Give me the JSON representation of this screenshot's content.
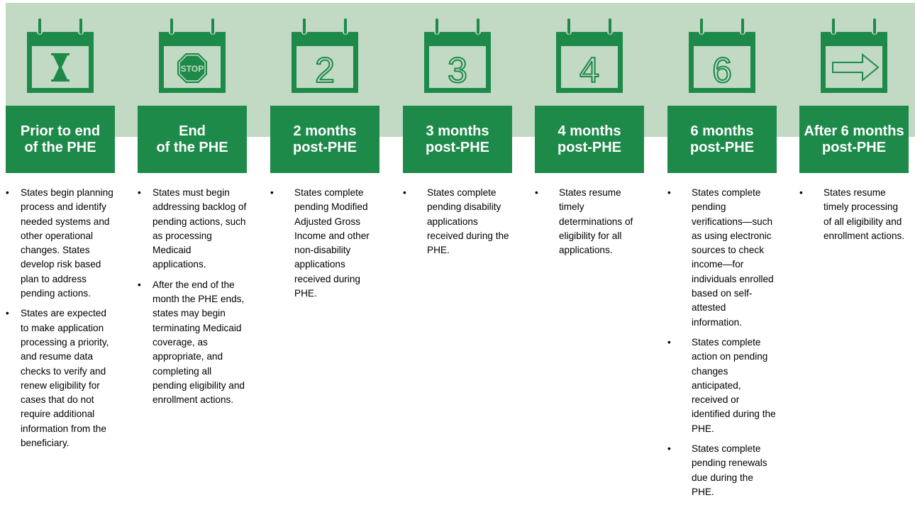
{
  "colors": {
    "band": "#c2dac4",
    "green": "#1e8a4a",
    "text": "#000000"
  },
  "columns": [
    {
      "icon": "hourglass-calendar-icon",
      "header": [
        "Prior to end",
        "of the PHE"
      ],
      "bullets": [
        "States begin planning process and identify needed systems and other operational changes. States develop risk based plan to address pending actions.",
        "States are expected to make application processing a priority, and resume data checks to verify and renew eligibility for cases that do not require additional information from the beneficiary."
      ]
    },
    {
      "icon": "stop-sign-calendar-icon",
      "icon_text": "STOP",
      "header": [
        "End",
        "of the PHE"
      ],
      "bullets": [
        "States must begin addressing backlog of pending actions, such as processing Medicaid applications.",
        "After the end of the month the PHE ends, states may begin terminating Medicaid coverage, as appropriate, and completing all pending eligibility and enrollment actions."
      ]
    },
    {
      "icon": "number-2-calendar-icon",
      "icon_text": "2",
      "header": [
        "2 months",
        "post-PHE"
      ],
      "bullets": [
        "States complete pending Modified Adjusted Gross Income and other non-disability applications received during PHE."
      ]
    },
    {
      "icon": "number-3-calendar-icon",
      "icon_text": "3",
      "header": [
        "3 months",
        "post-PHE"
      ],
      "bullets": [
        "States complete pending disability applications received during the PHE."
      ]
    },
    {
      "icon": "number-4-calendar-icon",
      "icon_text": "4",
      "header": [
        "4 months",
        "post-PHE"
      ],
      "bullets": [
        "States resume timely determinations of eligibility for all applications."
      ]
    },
    {
      "icon": "number-6-calendar-icon",
      "icon_text": "6",
      "header": [
        "6 months",
        "post-PHE"
      ],
      "bullets": [
        "States complete pending verifications—such as using electronic sources to check income—for individuals enrolled based on self-attested information.",
        "States complete action on pending changes anticipated, received or identified during the PHE.",
        "States complete pending renewals due during the PHE."
      ]
    },
    {
      "icon": "arrow-calendar-icon",
      "header": [
        "After 6 months",
        "post-PHE"
      ],
      "bullets": [
        "States resume timely processing of all eligibility and enrollment actions."
      ]
    }
  ]
}
